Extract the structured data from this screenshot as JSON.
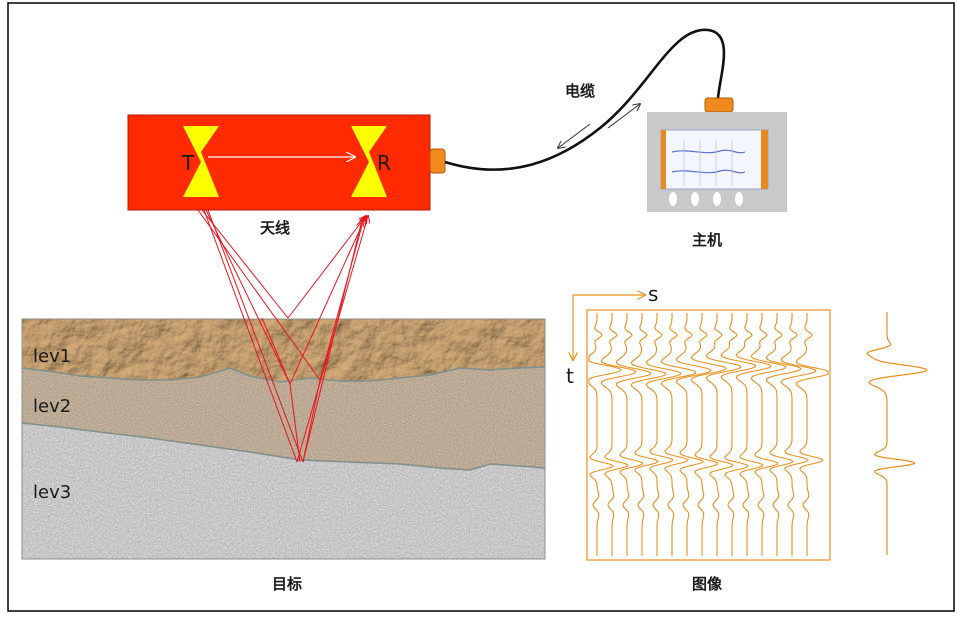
{
  "labels": {
    "cable": "电缆",
    "antenna": "天线",
    "main_unit": "主机",
    "target": "目标",
    "image": "图像",
    "transmitter": "T",
    "receiver": "R",
    "axis_s": "s",
    "axis_t": "t"
  },
  "layers": [
    "lev1",
    "lev2",
    "lev3"
  ],
  "colors": {
    "antenna_body": "#ff2a00",
    "antenna_element": "#ffff00",
    "ray": "#e8141e",
    "trace": "#e8901e",
    "layer1": "#b88e5e",
    "layer2": "#a08a72",
    "layer3": "#a9a9aa",
    "unit_body": "#c9c9c9",
    "connector": "#f08a1e"
  }
}
